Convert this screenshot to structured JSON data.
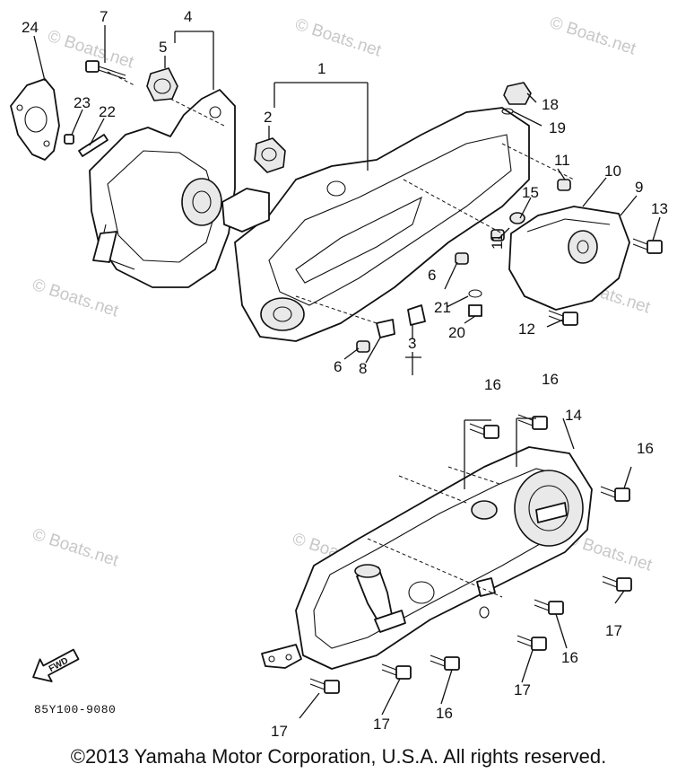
{
  "watermark": "© Boats.net",
  "callouts": [
    "1",
    "2",
    "3",
    "4",
    "5",
    "6",
    "6",
    "7",
    "8",
    "9",
    "10",
    "11",
    "11",
    "12",
    "13",
    "14",
    "15",
    "16",
    "16",
    "16",
    "16",
    "16",
    "17",
    "17",
    "17",
    "17",
    "18",
    "19",
    "20",
    "21",
    "22",
    "23",
    "24"
  ],
  "arrow_label": "FWD",
  "part_code": "85Y100-9080",
  "copyright": "©2013 Yamaha Motor Corporation, U.S.A. All rights reserved."
}
